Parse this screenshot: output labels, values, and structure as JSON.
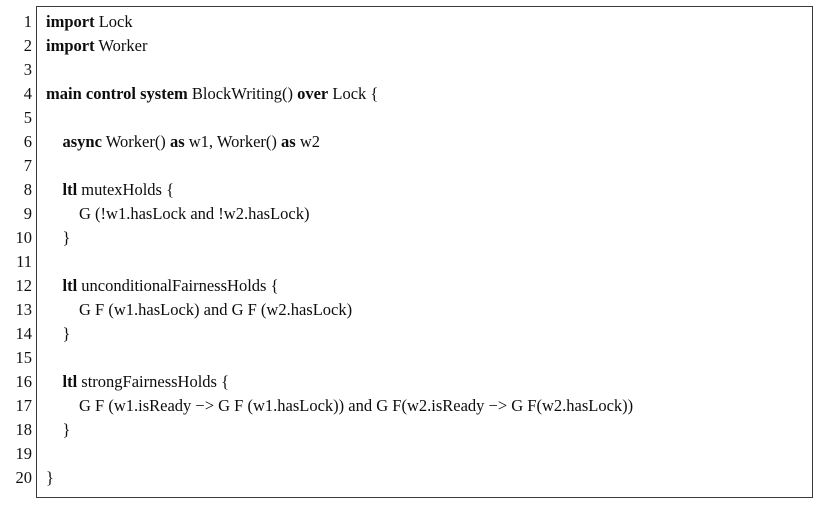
{
  "listing": {
    "language": "control-system-dsl",
    "first_line_number": 1,
    "last_line_number": 20,
    "line_numbers": [
      "1",
      "2",
      "3",
      "4",
      "5",
      "6",
      "7",
      "8",
      "9",
      "10",
      "11",
      "12",
      "13",
      "14",
      "15",
      "16",
      "17",
      "18",
      "19",
      "20"
    ],
    "colors": {
      "text": "#0d0d0d",
      "border": "#3a3a3a",
      "rule": "#222222",
      "background": "#ffffff"
    },
    "keywords": [
      "import",
      "main",
      "control",
      "system",
      "over",
      "async",
      "as",
      "ltl"
    ],
    "lines": [
      {
        "number": "1",
        "text": "import Lock",
        "tokens": [
          {
            "text": "import",
            "bold": true
          },
          {
            "text": " Lock",
            "bold": false
          }
        ]
      },
      {
        "number": "2",
        "text": "import Worker",
        "tokens": [
          {
            "text": "import",
            "bold": true
          },
          {
            "text": " Worker",
            "bold": false
          }
        ]
      },
      {
        "number": "3",
        "text": "",
        "tokens": []
      },
      {
        "number": "4",
        "text": "main control system BlockWriting() over Lock {",
        "tokens": [
          {
            "text": "main control system",
            "bold": true
          },
          {
            "text": " BlockWriting() ",
            "bold": false
          },
          {
            "text": "over",
            "bold": true
          },
          {
            "text": " Lock {",
            "bold": false
          }
        ]
      },
      {
        "number": "5",
        "text": "",
        "tokens": []
      },
      {
        "number": "6",
        "text": "    async Worker() as w1, Worker() as w2",
        "tokens": [
          {
            "text": "    ",
            "bold": false
          },
          {
            "text": "async",
            "bold": true
          },
          {
            "text": " Worker() ",
            "bold": false
          },
          {
            "text": "as",
            "bold": true
          },
          {
            "text": " w1, Worker() ",
            "bold": false
          },
          {
            "text": "as",
            "bold": true
          },
          {
            "text": " w2",
            "bold": false
          }
        ]
      },
      {
        "number": "7",
        "text": "",
        "tokens": []
      },
      {
        "number": "8",
        "text": "    ltl mutexHolds {",
        "tokens": [
          {
            "text": "    ",
            "bold": false
          },
          {
            "text": "ltl",
            "bold": true
          },
          {
            "text": " mutexHolds {",
            "bold": false
          }
        ]
      },
      {
        "number": "9",
        "text": "        G (!w1.hasLock and !w2.hasLock)",
        "tokens": [
          {
            "text": "        G (!w1.hasLock and !w2.hasLock)",
            "bold": false
          }
        ]
      },
      {
        "number": "10",
        "text": "    }",
        "tokens": [
          {
            "text": "    }",
            "bold": false
          }
        ]
      },
      {
        "number": "11",
        "text": "",
        "tokens": []
      },
      {
        "number": "12",
        "text": "    ltl unconditionalFairnessHolds {",
        "tokens": [
          {
            "text": "    ",
            "bold": false
          },
          {
            "text": "ltl",
            "bold": true
          },
          {
            "text": " unconditionalFairnessHolds {",
            "bold": false
          }
        ]
      },
      {
        "number": "13",
        "text": "        G F (w1.hasLock) and G F (w2.hasLock)",
        "tokens": [
          {
            "text": "        G F (w1.hasLock) and G F (w2.hasLock)",
            "bold": false
          }
        ]
      },
      {
        "number": "14",
        "text": "    }",
        "tokens": [
          {
            "text": "    }",
            "bold": false
          }
        ]
      },
      {
        "number": "15",
        "text": "",
        "tokens": []
      },
      {
        "number": "16",
        "text": "    ltl strongFairnessHolds {",
        "tokens": [
          {
            "text": "    ",
            "bold": false
          },
          {
            "text": "ltl",
            "bold": true
          },
          {
            "text": " strongFairnessHolds {",
            "bold": false
          }
        ]
      },
      {
        "number": "17",
        "text": "        G F (w1.isReady −> G F (w1.hasLock)) and G F(w2.isReady −> G F(w2.hasLock))",
        "tokens": [
          {
            "text": "        G F (w1.isReady −> G F (w1.hasLock)) and G F(w2.isReady −> G F(w2.hasLock))",
            "bold": false
          }
        ]
      },
      {
        "number": "18",
        "text": "    }",
        "tokens": [
          {
            "text": "    }",
            "bold": false
          }
        ]
      },
      {
        "number": "19",
        "text": "",
        "tokens": []
      },
      {
        "number": "20",
        "text": "}",
        "tokens": [
          {
            "text": "}",
            "bold": false
          }
        ]
      }
    ]
  }
}
